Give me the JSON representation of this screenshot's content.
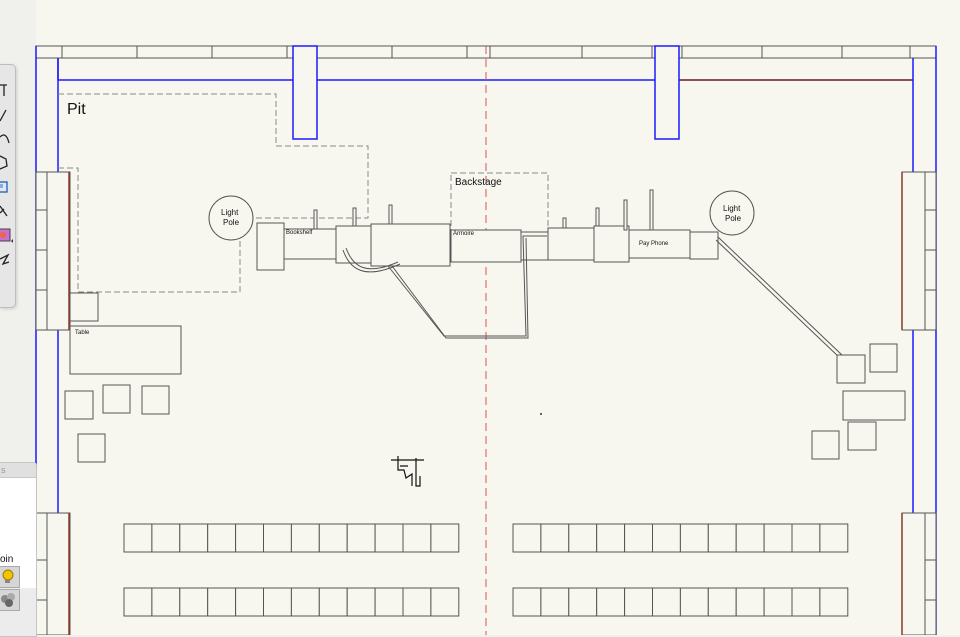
{
  "drawing": {
    "pit_label": "Pit",
    "backstage_label": "Backstage",
    "light_pole_label_line1": "Light",
    "light_pole_label_line2": "Pole",
    "bookshelf_label": "Bookshelf",
    "armoire_label": "Armoire",
    "pay_phone_label": "Pay Phone",
    "table_label": "Table"
  },
  "attributes_palette": {
    "header_fragment": "s",
    "pin_label": "oin"
  },
  "tool_icons": [
    "text-tool-icon",
    "line-tool-icon",
    "arc-tool-icon",
    "polygon-tool-icon",
    "rectangle-tool-icon",
    "cross-tool-icon",
    "paint-tool-icon",
    "undo-tool-icon"
  ],
  "colors": {
    "paper": "#f8f7ef",
    "wall_blue": "#1a1aff",
    "wall_brown": "#8b3a2a",
    "center_line": "#e05050",
    "line": "#555555"
  }
}
